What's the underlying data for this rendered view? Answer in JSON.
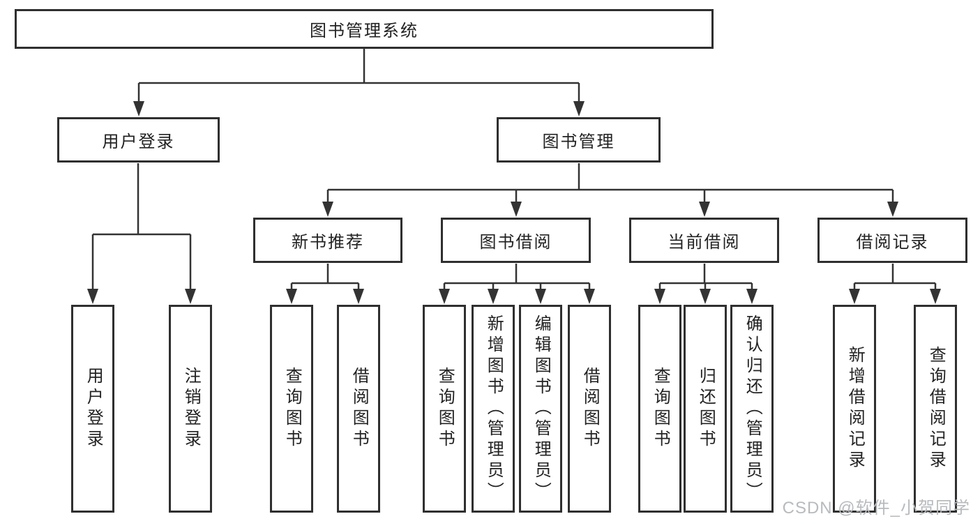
{
  "diagram": {
    "watermark": "CSDN @软件_小贺同学",
    "colors": {
      "background": "#ffffff",
      "line": "#333333",
      "box_border": "#2f2f2f",
      "text": "#222222",
      "watermark": "#b7bbbe"
    },
    "tree": {
      "label": "图书管理系统",
      "children": [
        {
          "label": "用户登录",
          "children": [
            {
              "label": "用户登录"
            },
            {
              "label": "注销登录"
            }
          ]
        },
        {
          "label": "图书管理",
          "children": [
            {
              "label": "新书推荐",
              "children": [
                {
                  "label": "查询图书"
                },
                {
                  "label": "借阅图书"
                }
              ]
            },
            {
              "label": "图书借阅",
              "children": [
                {
                  "label": "查询图书"
                },
                {
                  "label": "新增图书（管理员）"
                },
                {
                  "label": "编辑图书（管理员）"
                },
                {
                  "label": "借阅图书"
                }
              ]
            },
            {
              "label": "当前借阅",
              "children": [
                {
                  "label": "查询图书"
                },
                {
                  "label": "归还图书"
                },
                {
                  "label": "确认归还（管理员）"
                }
              ]
            },
            {
              "label": "借阅记录",
              "children": [
                {
                  "label": "新增借阅记录"
                },
                {
                  "label": "查询借阅记录"
                }
              ]
            }
          ]
        }
      ]
    }
  }
}
